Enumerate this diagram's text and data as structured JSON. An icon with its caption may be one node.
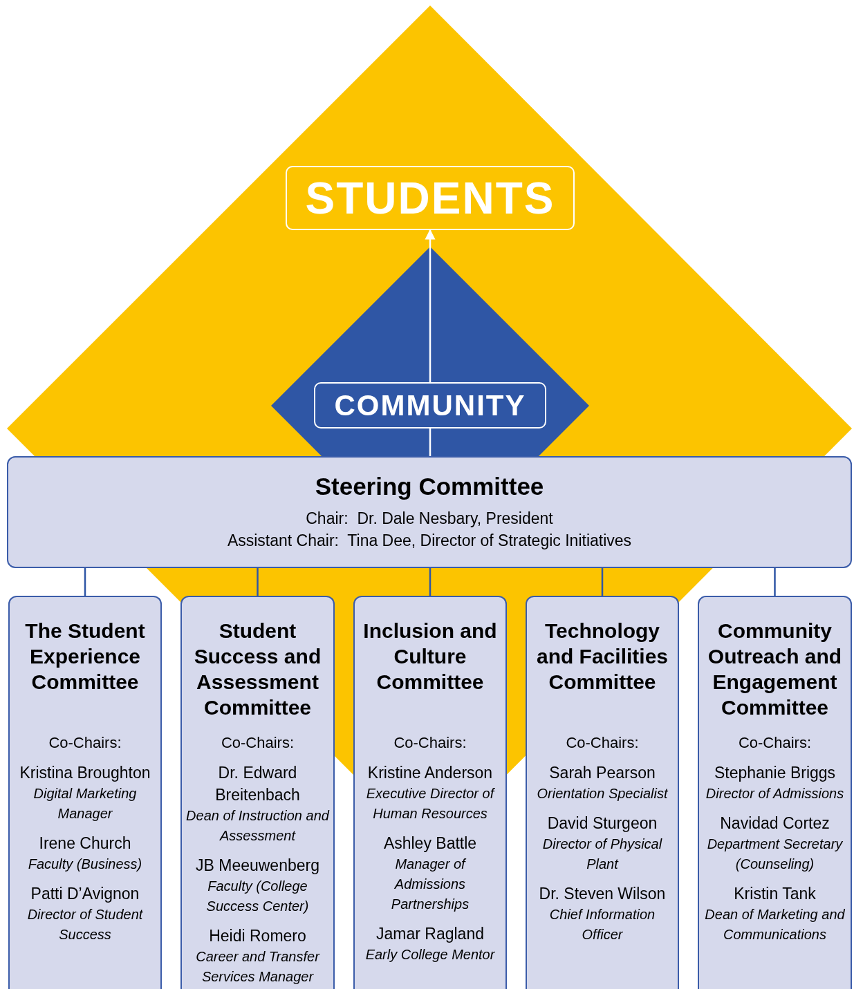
{
  "diagram": {
    "nodes": [
      {
        "text": [
          "STUDENTS"
        ]
      },
      {
        "text": [
          "COMMUNITY"
        ]
      },
      {
        "text": [
          "Steering Committee",
          "Chair:  Dr. Dale Nesbary, President",
          "Assistant Chair:  Tina Dee, Director of Strategic Initiatives"
        ]
      },
      {
        "text": [
          "The Student Experience Committee",
          "Co-Chairs:",
          "Kristina Broughton",
          "Digital Marketing Manager",
          "Irene Church",
          "Faculty (Business)",
          "Patti D’Avignon",
          "Director of Student Success"
        ]
      },
      {
        "text": [
          "Student Success and Assessment Committee",
          "Co-Chairs:",
          "Dr. Edward Breitenbach",
          "Dean of Instruction and Assessment",
          "JB Meeuwenberg",
          "Faculty (College Success Center)",
          "Heidi Romero",
          "Career and Transfer Services Manager"
        ]
      },
      {
        "text": [
          "Inclusion and Culture Committee",
          "Co-Chairs:",
          "Kristine Anderson",
          "Executive Director of Human Resources",
          "Ashley Battle",
          "Manager of Admissions Partnerships",
          "Jamar Ragland",
          "Early College Mentor"
        ]
      },
      {
        "text": [
          "Technology and Facilities Committee",
          "Co-Chairs:",
          "Sarah Pearson",
          "Orientation Specialist",
          "David Sturgeon",
          "Director of Physical Plant",
          "Dr. Steven Wilson",
          "Chief Information Officer"
        ]
      },
      {
        "text": [
          "Community Outreach and Engagement Committee",
          "Co-Chairs:",
          "Stephanie Briggs",
          "Director of Admissions",
          "Navidad Cortez",
          "Department Secretary (Counseling)",
          "Kristin Tank",
          "Dean of Marketing and Communications"
        ]
      }
    ],
    "edges": [
      {
        "from": 2,
        "to": 1,
        "arrow": "none",
        "color": "#ffffff"
      },
      {
        "from": 1,
        "to": 0,
        "arrow": "to",
        "color": "#ffffff"
      },
      {
        "from": 2,
        "to": 3,
        "arrow": "none"
      },
      {
        "from": 2,
        "to": 4,
        "arrow": "none"
      },
      {
        "from": 2,
        "to": 5,
        "arrow": "none"
      },
      {
        "from": 2,
        "to": 6,
        "arrow": "none"
      },
      {
        "from": 2,
        "to": 7,
        "arrow": "none"
      }
    ]
  }
}
